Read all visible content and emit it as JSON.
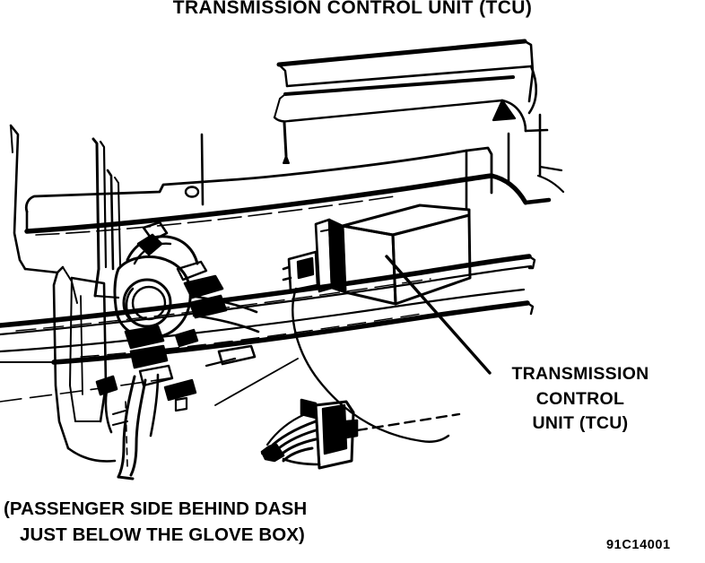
{
  "figure": {
    "title": "TRANSMISSION CONTROL UNIT (TCU)",
    "code": "91C14001",
    "line_color": "#000000",
    "background_color": "#ffffff",
    "callout": {
      "line1": "TRANSMISSION",
      "line2": "CONTROL",
      "line3": "UNIT (TCU)"
    },
    "caption": {
      "line1": "(PASSENGER SIDE BEHIND DASH",
      "line2": "JUST BELOW THE GLOVE BOX)"
    }
  },
  "chart_data": {
    "type": "diagram",
    "title": "TRANSMISSION CONTROL UNIT (TCU)",
    "subject": "Line-art service illustration of the passenger-side dash structure showing the mounting location of the Transmission Control Unit",
    "parts": [
      {
        "name": "transmission-control-unit",
        "label": "TRANSMISSION CONTROL UNIT (TCU)",
        "shape": "rectangular-module",
        "approx_bounds": [
          366,
          230,
          524,
          340
        ]
      },
      {
        "name": "tcu-leader-line",
        "label": "",
        "shape": "straight-leader",
        "from": [
          546,
          415
        ],
        "to": [
          434,
          287
        ]
      },
      {
        "name": "wiring-connector-plug",
        "label": "",
        "shape": "connector",
        "approx_bounds": [
          295,
          445,
          405,
          525
        ]
      },
      {
        "name": "connector-dashed-leader",
        "label": "",
        "shape": "dashed-leader",
        "from": [
          400,
          480
        ],
        "to": [
          500,
          462
        ]
      },
      {
        "name": "dash-cross-beam",
        "label": "",
        "shape": "horizontal-beam"
      },
      {
        "name": "lower-dash-rails",
        "label": "",
        "shape": "parallel-rails"
      },
      {
        "name": "kick-panel",
        "label": "",
        "shape": "panel",
        "approx_bounds": [
          0,
          270,
          135,
          480
        ]
      },
      {
        "name": "steering-column-harness-cluster",
        "label": "",
        "shape": "harness-cluster",
        "approx_bounds": [
          110,
          270,
          250,
          450
        ]
      },
      {
        "name": "harness-drop-bundle",
        "label": "",
        "shape": "wire-bundle",
        "approx_bounds": [
          115,
          430,
          175,
          530
        ]
      }
    ]
  }
}
